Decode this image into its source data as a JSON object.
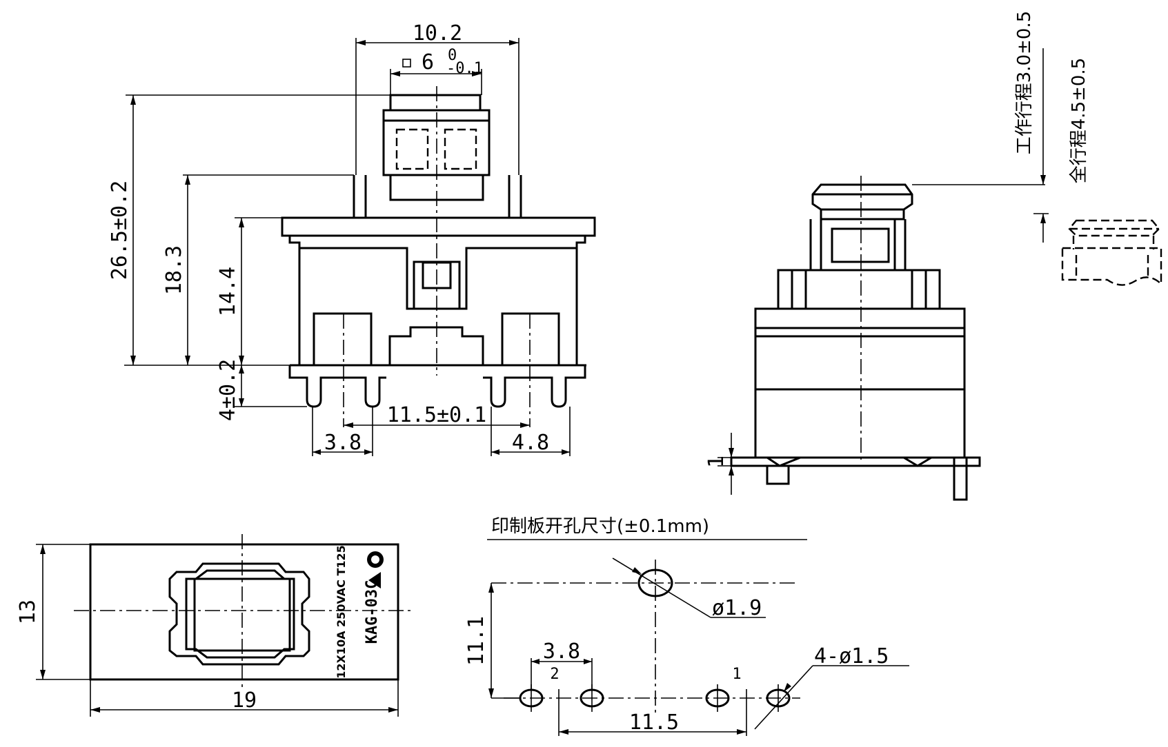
{
  "front_view": {
    "width_top": "10.2",
    "cap_square": "6",
    "cap_tol_upper": "0",
    "cap_tol_lower": "-0.1",
    "height_total": "26.5±0.2",
    "height_shoulder": "18.3",
    "height_body": "14.4",
    "pin_length": "4±0.2",
    "pin_spacing": "11.5±0.1",
    "pin_pair_left": "3.8",
    "pin_pair_right": "4.8"
  },
  "side_view": {
    "working_travel": "工作行程3.0±0.5",
    "total_travel": "全行程4.5±0.5",
    "base_offset": "1"
  },
  "top_view": {
    "height": "13",
    "width": "19",
    "marking_rating": "12X10A 250VAC T125",
    "marking_model": "KAG-03C"
  },
  "pcb_layout": {
    "title": "印制板开孔尺寸(±0.1mm)",
    "center_hole": "ø1.9",
    "vertical_offset": "11.1",
    "pin_pair_pitch": "3.8",
    "pin_holes": "4-ø1.5",
    "pin_label_1": "1",
    "pin_label_2": "2",
    "pin_span": "11.5"
  }
}
